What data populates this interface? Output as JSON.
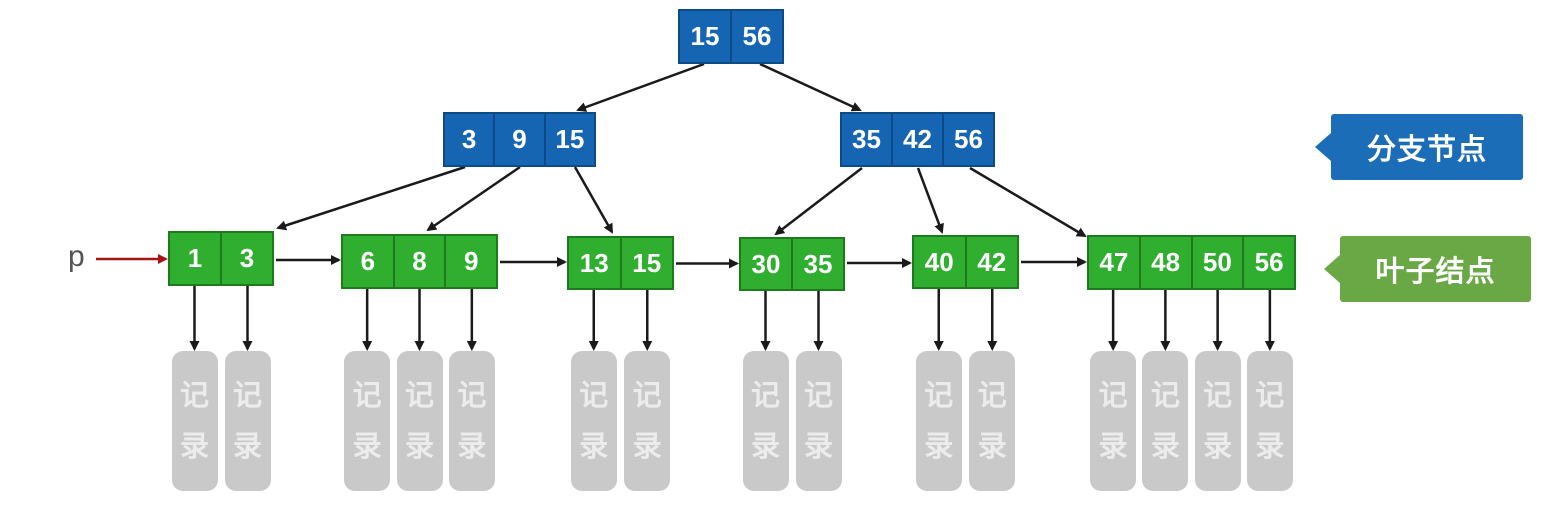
{
  "colors": {
    "branch_fill": "#1565b3",
    "leaf_fill": "#2fae2f",
    "record_fill": "#c9c9c9",
    "pointer_arrow": "#a31515",
    "edge": "#1a1a1a"
  },
  "root": {
    "keys": [
      "15",
      "56"
    ]
  },
  "branch_nodes": [
    {
      "keys": [
        "3",
        "9",
        "15"
      ]
    },
    {
      "keys": [
        "35",
        "42",
        "56"
      ]
    }
  ],
  "leaf_nodes": [
    {
      "keys": [
        "1",
        "3"
      ]
    },
    {
      "keys": [
        "6",
        "8",
        "9"
      ]
    },
    {
      "keys": [
        "13",
        "15"
      ]
    },
    {
      "keys": [
        "30",
        "35"
      ]
    },
    {
      "keys": [
        "40",
        "42"
      ]
    },
    {
      "keys": [
        "47",
        "48",
        "50",
        "56"
      ]
    }
  ],
  "record_label": {
    "top": "记",
    "bottom": "录"
  },
  "pointer_label": "p",
  "legend": {
    "branch": "分支节点",
    "leaf": "叶子结点"
  }
}
